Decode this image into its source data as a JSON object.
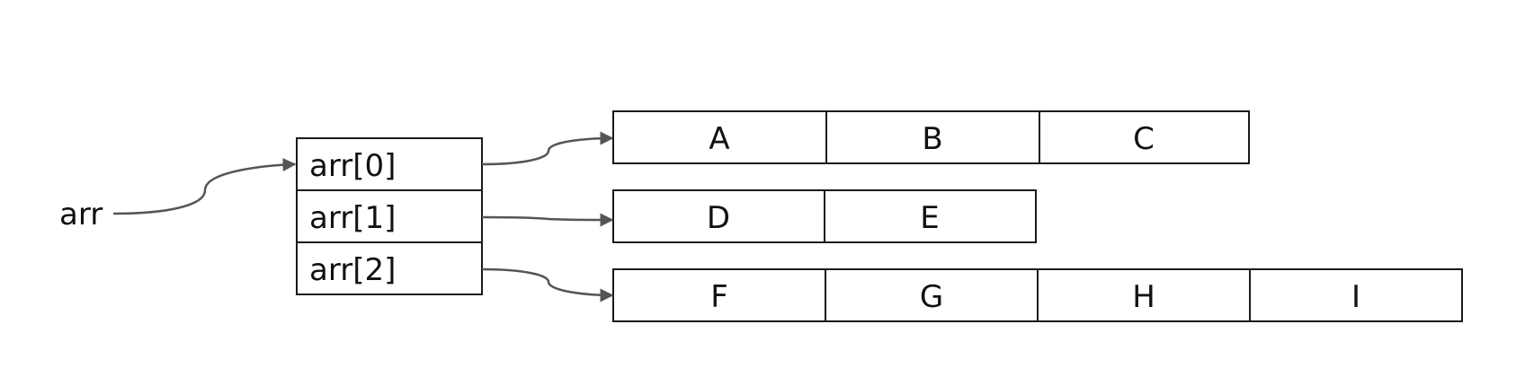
{
  "diagram": {
    "pointer_label": "arr",
    "pointer_cells": [
      "arr[0]",
      "arr[1]",
      "arr[2]"
    ],
    "rows": [
      [
        "A",
        "B",
        "C"
      ],
      [
        "D",
        "E"
      ],
      [
        "F",
        "G",
        "H",
        "I"
      ]
    ],
    "colors": {
      "stroke": "#1a1a1a",
      "arrow": "#555555",
      "text": "#111111"
    }
  }
}
